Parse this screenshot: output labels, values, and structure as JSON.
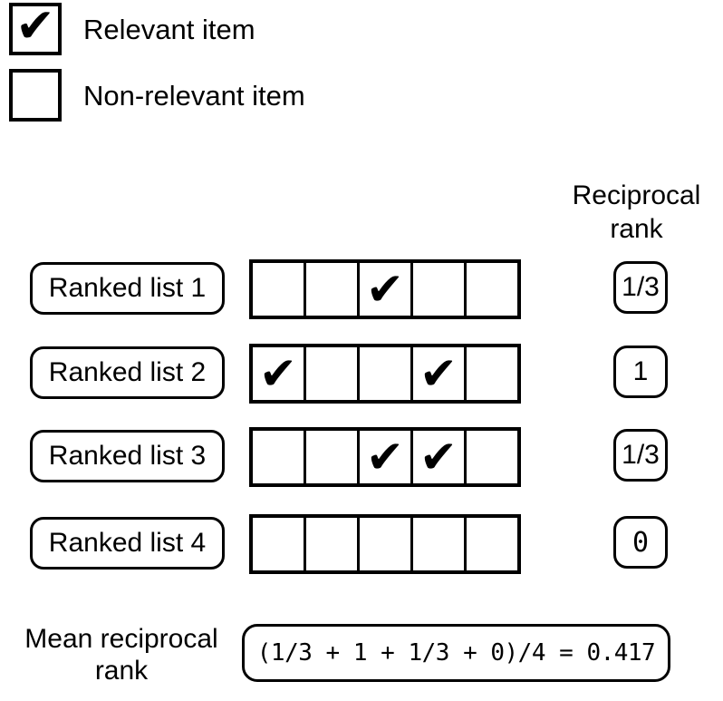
{
  "legend": {
    "items": [
      {
        "label": "Relevant item",
        "mark": "✔"
      },
      {
        "label": "Non-relevant item",
        "mark": ""
      }
    ]
  },
  "header": {
    "line1": "Reciprocal",
    "line2": "rank"
  },
  "rows": [
    {
      "label": "Ranked list 1",
      "cells": [
        "",
        "",
        "✔",
        "",
        ""
      ],
      "rr": "1/3"
    },
    {
      "label": "Ranked list 2",
      "cells": [
        "✔",
        "",
        "",
        "✔",
        ""
      ],
      "rr": "1"
    },
    {
      "label": "Ranked list 3",
      "cells": [
        "",
        "",
        "✔",
        "✔",
        ""
      ],
      "rr": "1/3"
    },
    {
      "label": "Ranked list 4",
      "cells": [
        "",
        "",
        "",
        "",
        ""
      ],
      "rr": "0"
    }
  ],
  "footer": {
    "label_line1": "Mean reciprocal",
    "label_line2": "rank",
    "formula": "(1/3 + 1 + 1/3 + 0)/4 = 0.417"
  },
  "colors": {
    "ink": "#000000",
    "background": "#ffffff"
  }
}
